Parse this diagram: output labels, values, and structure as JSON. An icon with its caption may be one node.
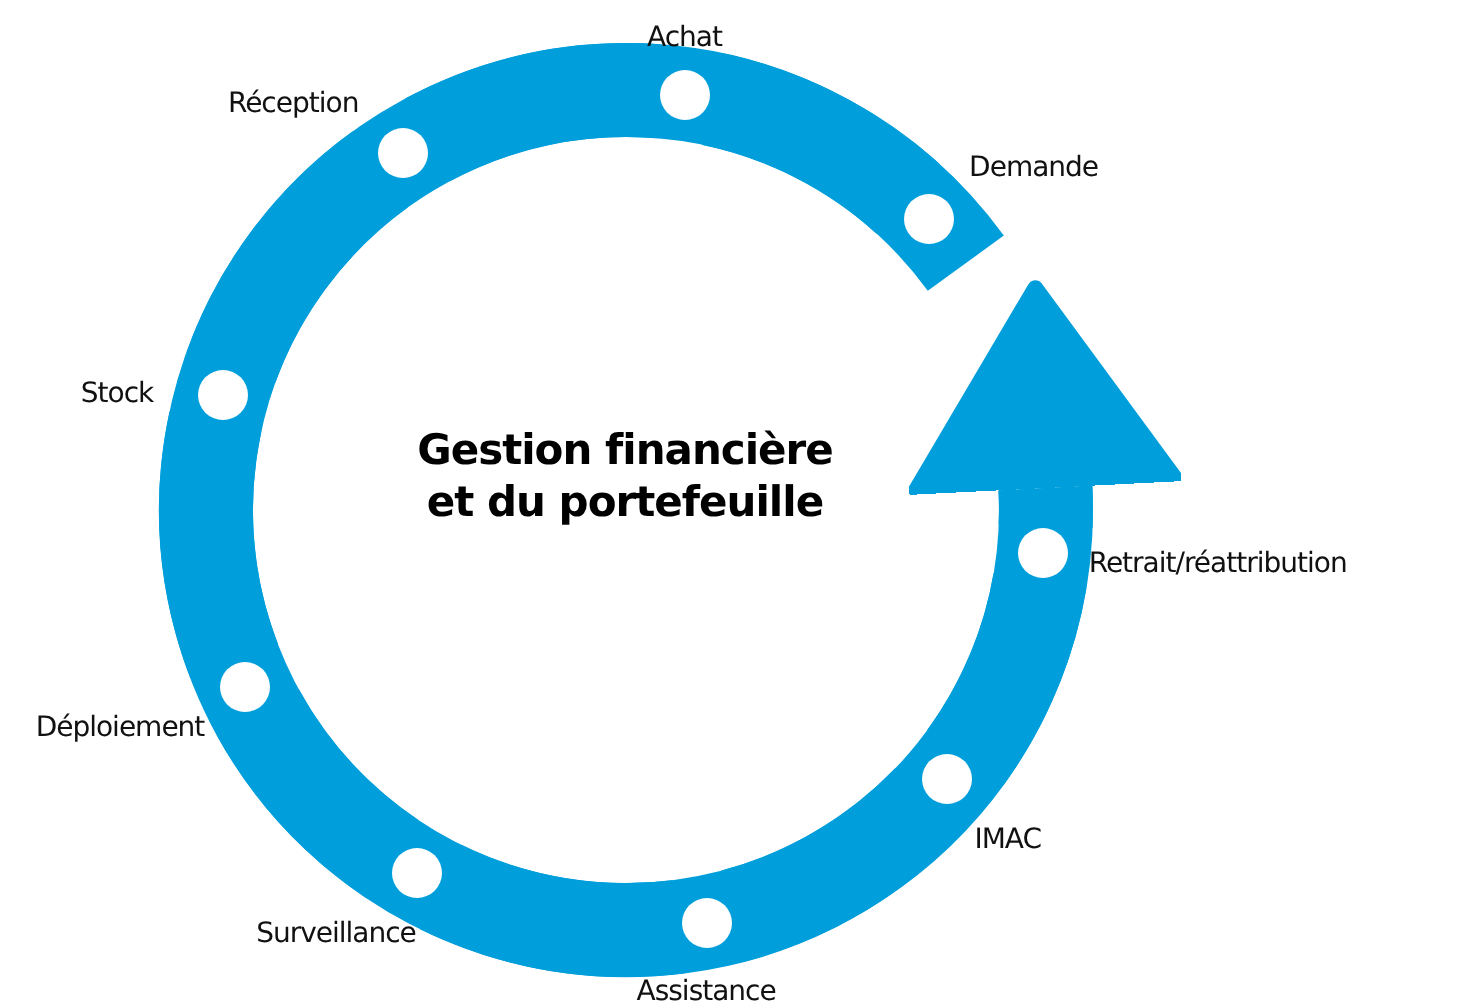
{
  "diagram": {
    "nodes": [
      {
        "text": [
          "Demande"
        ]
      },
      {
        "text": [
          "Achat"
        ]
      },
      {
        "text": [
          "Réception"
        ]
      },
      {
        "text": [
          "Stock"
        ]
      },
      {
        "text": [
          "Déploiement"
        ]
      },
      {
        "text": [
          "Surveillance"
        ]
      },
      {
        "text": [
          "Assistance"
        ]
      },
      {
        "text": [
          "IMAC"
        ]
      },
      {
        "text": [
          "Retrait/réattribution"
        ]
      }
    ],
    "edges": [
      {
        "from": 0,
        "to": 1,
        "arrow": "none"
      },
      {
        "from": 1,
        "to": 2,
        "arrow": "none"
      },
      {
        "from": 2,
        "to": 3,
        "arrow": "none"
      },
      {
        "from": 3,
        "to": 4,
        "arrow": "none"
      },
      {
        "from": 4,
        "to": 5,
        "arrow": "none"
      },
      {
        "from": 5,
        "to": 6,
        "arrow": "none"
      },
      {
        "from": 6,
        "to": 7,
        "arrow": "none"
      },
      {
        "from": 7,
        "to": 8,
        "arrow": "none"
      },
      {
        "from": 8,
        "to": 0,
        "arrow": "to"
      }
    ],
    "labels": [
      "Gestion financière et du portefeuille"
    ]
  }
}
